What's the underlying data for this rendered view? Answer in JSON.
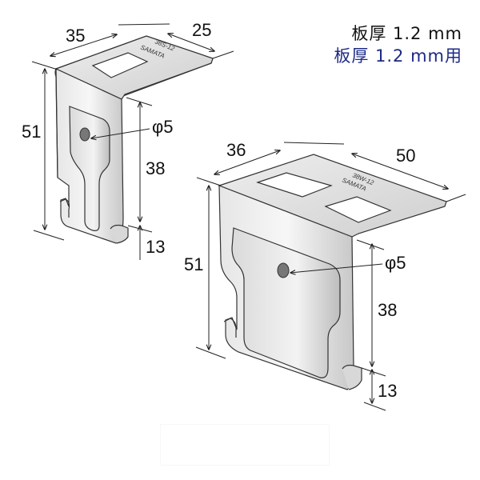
{
  "specs": {
    "line1": "板厚 1.2 mm",
    "line2": "板厚 1.2 mm用",
    "line1_color": "#111111",
    "line2_color": "#1d2a85"
  },
  "small_bracket": {
    "stamp_model": "38S-12",
    "stamp_brand": "SAMATA",
    "dims": {
      "depth": "35",
      "width": "25",
      "height": "51",
      "hole": "φ5",
      "hole_to_hook": "38",
      "hook": "13"
    }
  },
  "large_bracket": {
    "stamp_model": "38W-12",
    "stamp_brand": "SAMATA",
    "dims": {
      "depth": "36",
      "width": "50",
      "height": "51",
      "hole": "φ5",
      "hole_to_hook": "38",
      "hook": "13"
    }
  },
  "colors": {
    "metal_light": "#f2f2f2",
    "metal_mid": "#d4d4d4",
    "metal_dark": "#9a9a9a",
    "outline": "#333333"
  }
}
